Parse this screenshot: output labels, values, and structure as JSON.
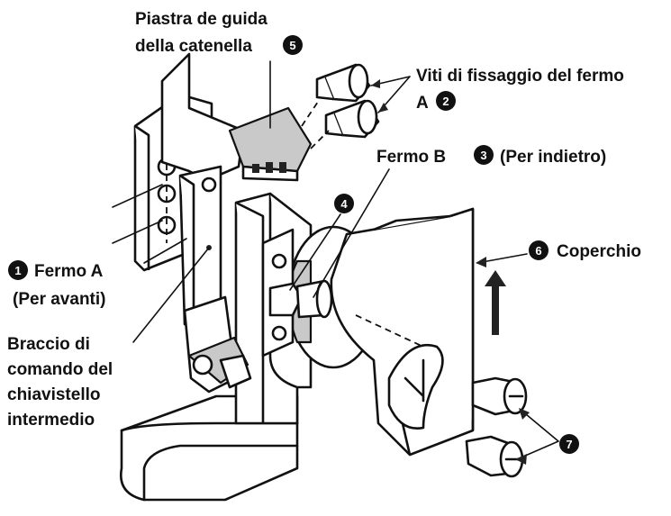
{
  "labels": {
    "guide_plate_line1": "Piastra de guida",
    "guide_plate_line2": "della catenella",
    "guide_plate_num": "5",
    "screws_line1": "Viti di fissaggio del fermo",
    "screws_line2": "A",
    "screws_num": "2",
    "stopper_b": "Fermo B",
    "stopper_b_num": "3",
    "stopper_b_note": "(Per indietro)",
    "part4_num": "4",
    "cover_num": "6",
    "cover": "Coperchio",
    "stopper_a_num": "1",
    "stopper_a": "Fermo A",
    "stopper_a_note": "(Per avanti)",
    "lever_line1": "Braccio di",
    "lever_line2": "comando del",
    "lever_line3": "chiavistello",
    "lever_line4": "intermedio",
    "part7_num": "7"
  },
  "colors": {
    "ink": "#111111",
    "shade": "#c9c9c9",
    "background": "#ffffff"
  }
}
